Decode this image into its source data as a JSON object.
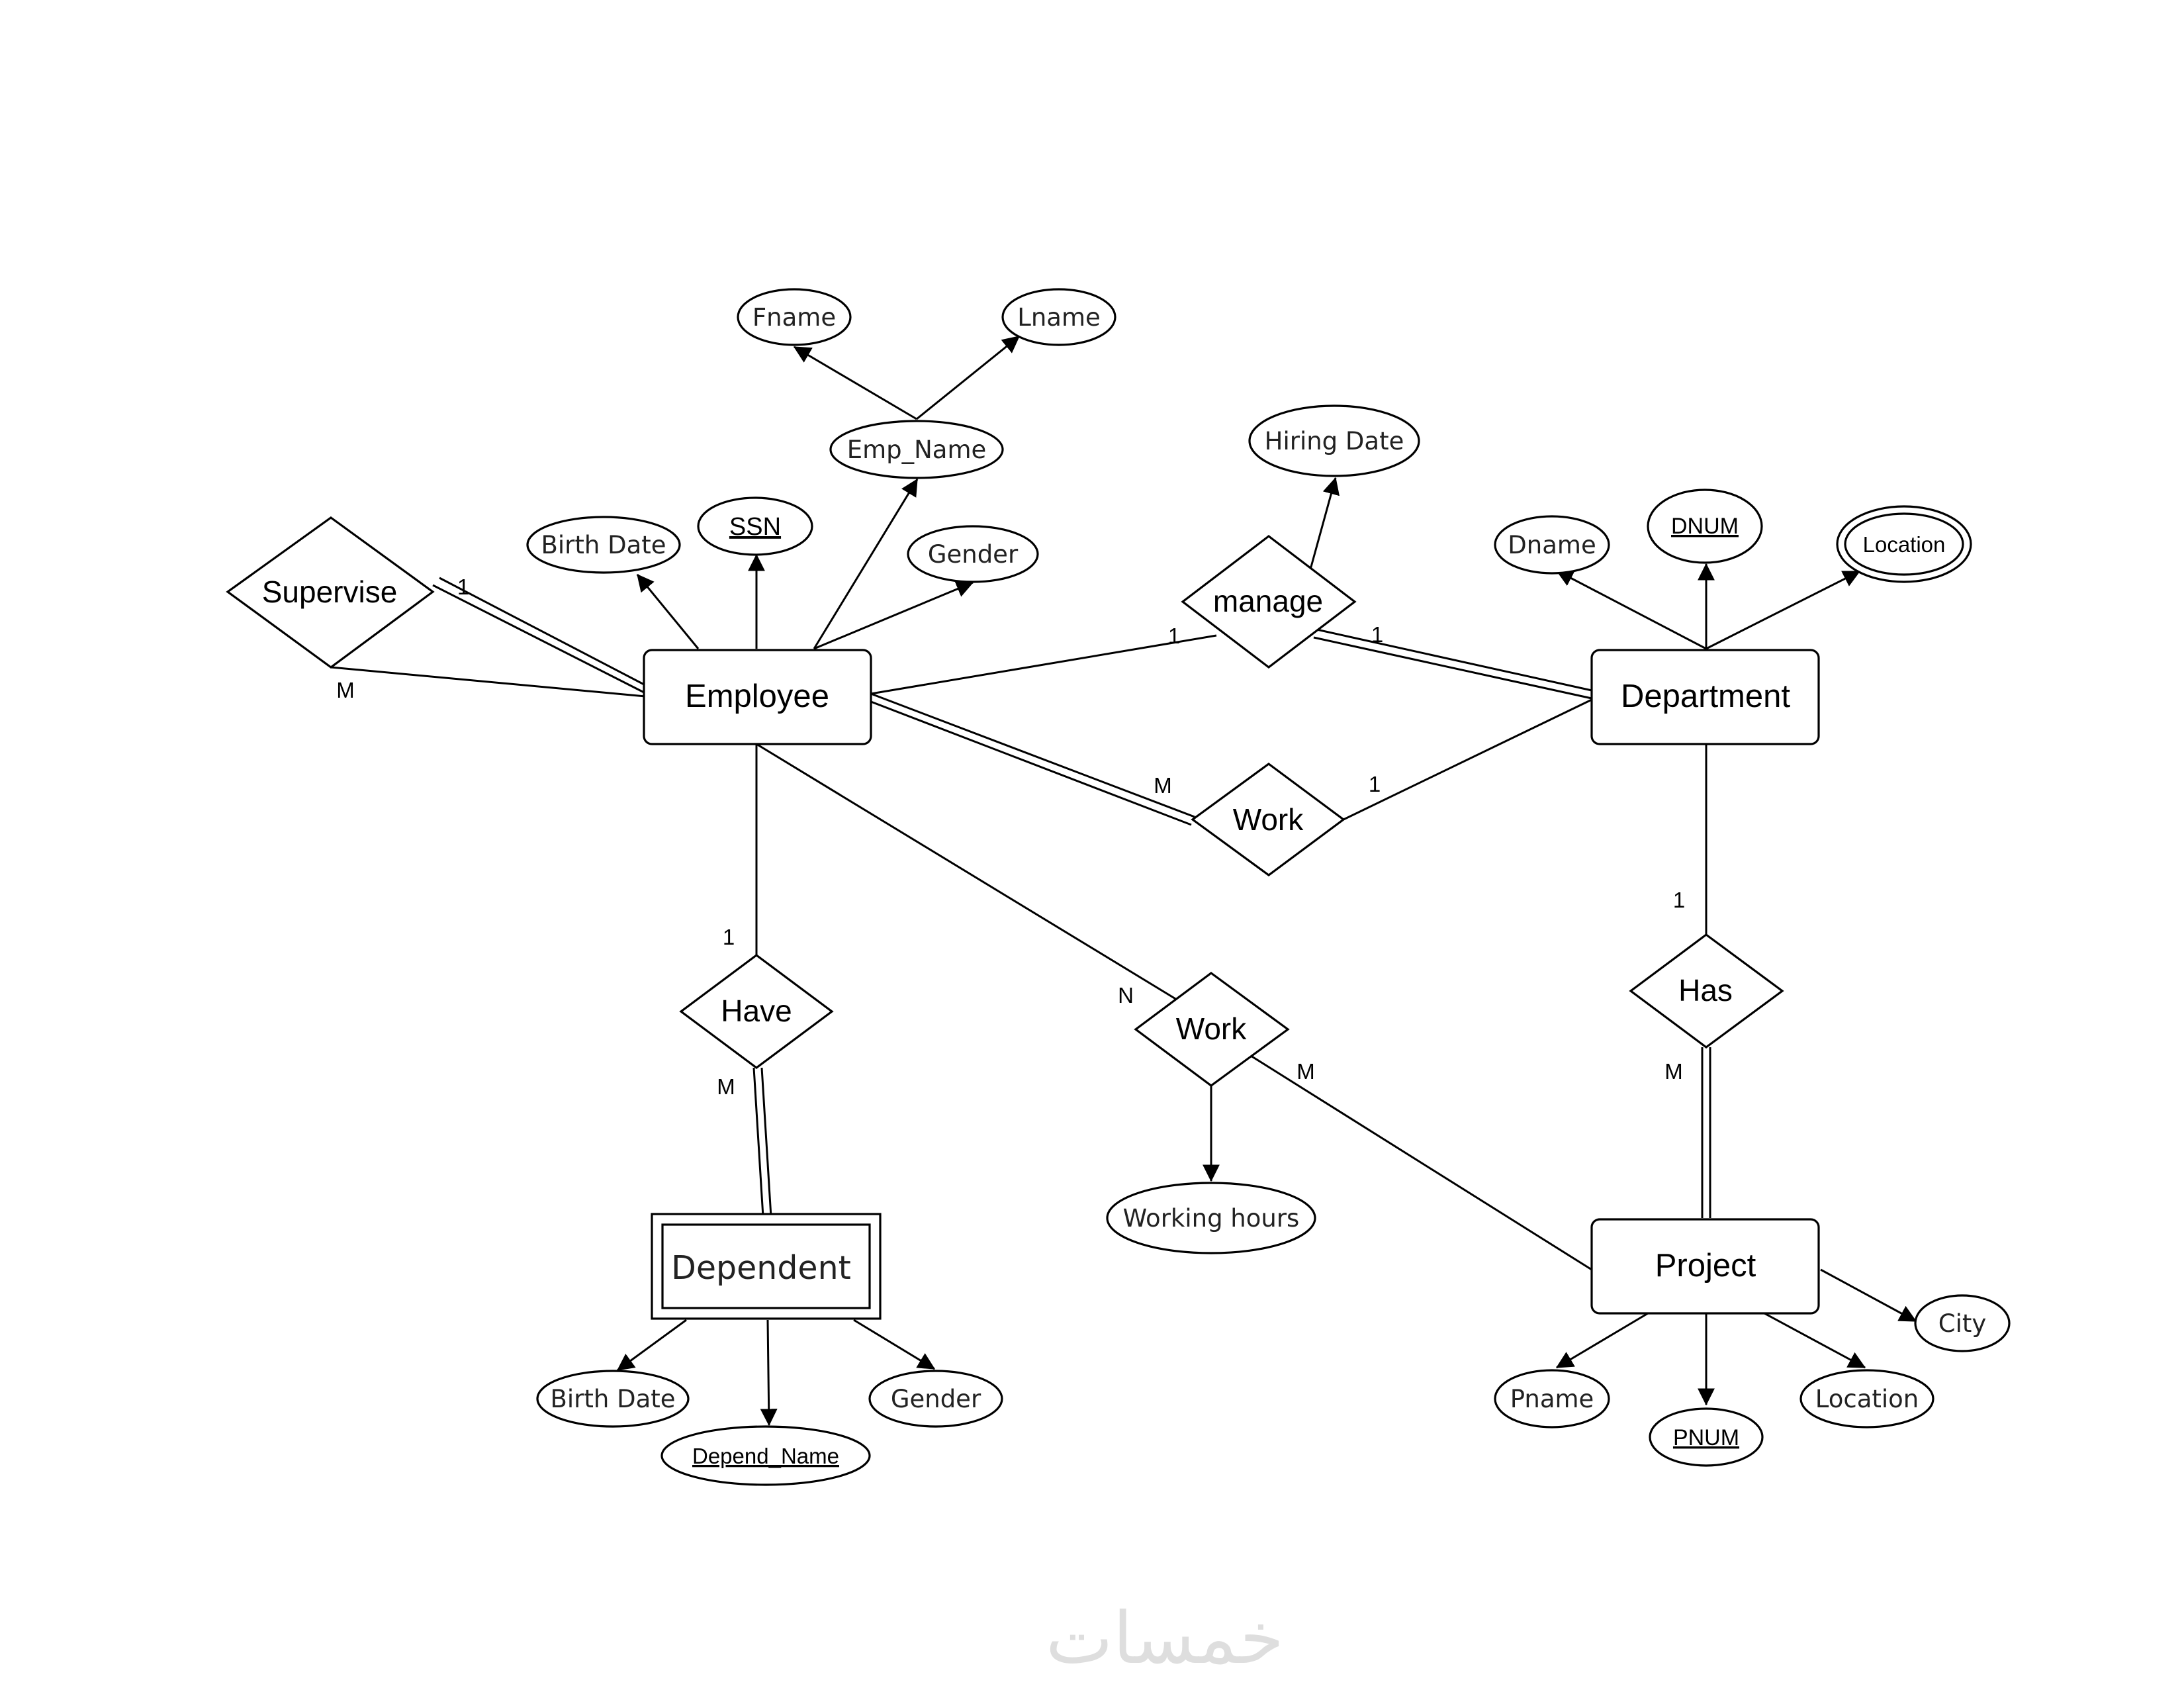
{
  "entities": {
    "employee": "Employee",
    "department": "Department",
    "project": "Project",
    "dependent": "Dependent"
  },
  "relationships": {
    "supervise": "Supervise",
    "manage": "manage",
    "work_emp_dept": "Work",
    "have": "Have",
    "work_emp_proj": "Work",
    "has": "Has"
  },
  "attributes": {
    "fname": "Fname",
    "lname": "Lname",
    "emp_name": "Emp_Name",
    "emp_birth_date": "Birth Date",
    "ssn": "SSN",
    "emp_gender": "Gender",
    "hiring_date": "Hiring Date",
    "dname": "Dname",
    "dnum": "DNUM",
    "dept_location": "Location",
    "working_hours": "Working hours",
    "dep_birth_date": "Birth Date",
    "depend_name": "Depend_Name",
    "dep_gender": "Gender",
    "pname": "Pname",
    "pnum": "PNUM",
    "proj_location": "Location",
    "city": "City"
  },
  "cardinalities": {
    "supervise_top": "1",
    "supervise_bottom": "M",
    "manage_employee": "1",
    "manage_department": "1",
    "work_employee": "M",
    "work_department": "1",
    "have_employee": "1",
    "have_dependent": "M",
    "workp_employee": "N",
    "workp_project": "M",
    "has_department": "1",
    "has_project": "M"
  },
  "watermark": "خمسات"
}
